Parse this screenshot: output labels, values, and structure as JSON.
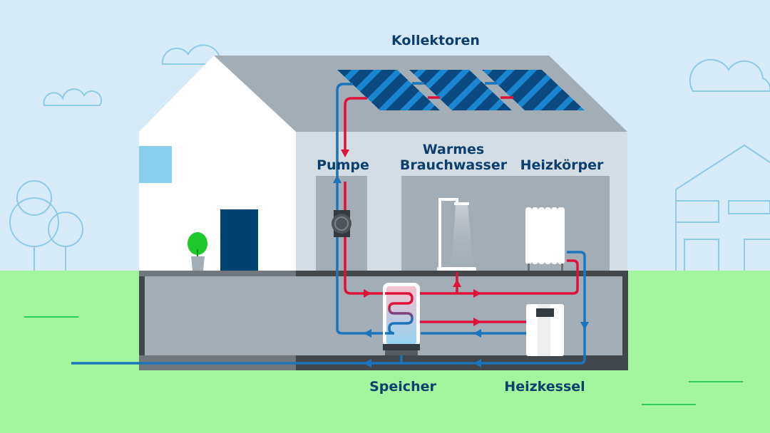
{
  "labels": {
    "collectors": "Kollektoren",
    "pump": "Pumpe",
    "hot_water_line1": "Warmes",
    "hot_water_line2": "Brauchwasser",
    "radiator": "Heizkörper",
    "storage": "Speicher",
    "boiler": "Heizkessel"
  },
  "colors": {
    "sky": "#d6ebf7",
    "grass": "#a3f59e",
    "hot_pipe": "#e0103a",
    "cold_pipe": "#1a75bc",
    "label": "#0b3f6e",
    "panel_dark": "#0b4a80",
    "panel_light": "#1a86d0"
  }
}
